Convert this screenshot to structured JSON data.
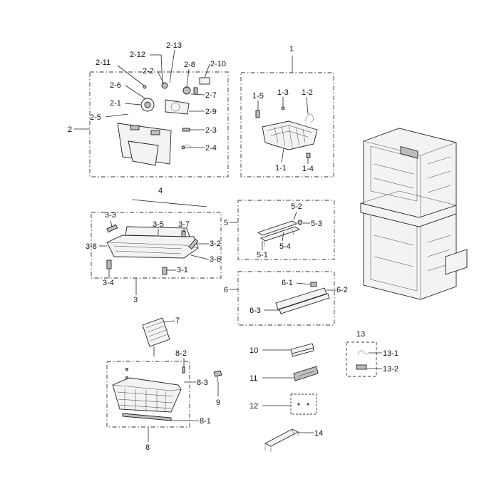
{
  "labels": {
    "l1": "1",
    "l1_1": "1-1",
    "l1_2": "1-2",
    "l1_3": "1-3",
    "l1_4": "1-4",
    "l1_5": "1-5",
    "l2": "2",
    "l2_1": "2-1",
    "l2_2": "2-2",
    "l2_3": "2-3",
    "l2_4": "2-4",
    "l2_5": "2-5",
    "l2_6": "2-6",
    "l2_7": "2-7",
    "l2_8": "2-8",
    "l2_9": "2-9",
    "l2_10": "2-10",
    "l2_11": "2-11",
    "l2_12": "2-12",
    "l2_13": "2-13",
    "l3": "3",
    "l3_1": "3-1",
    "l3_2": "3-2",
    "l3_3": "3-3",
    "l3_4": "3-4",
    "l3_5": "3-5",
    "l3_6": "3-6",
    "l3_7": "3-7",
    "l3_8": "3-8",
    "l4": "4",
    "l5": "5",
    "l5_1": "5-1",
    "l5_2": "5-2",
    "l5_3": "5-3",
    "l5_4": "5-4",
    "l6": "6",
    "l6_1": "6-1",
    "l6_2": "6-2",
    "l6_3": "6-3",
    "l7": "7",
    "l8": "8",
    "l8_1": "8-1",
    "l8_2": "8-2",
    "l8_3": "8-3",
    "l9": "9",
    "l10": "10",
    "l11": "11",
    "l12": "12",
    "l13": "13",
    "l13_1": "13-1",
    "l13_2": "13-2",
    "l14": "14"
  }
}
